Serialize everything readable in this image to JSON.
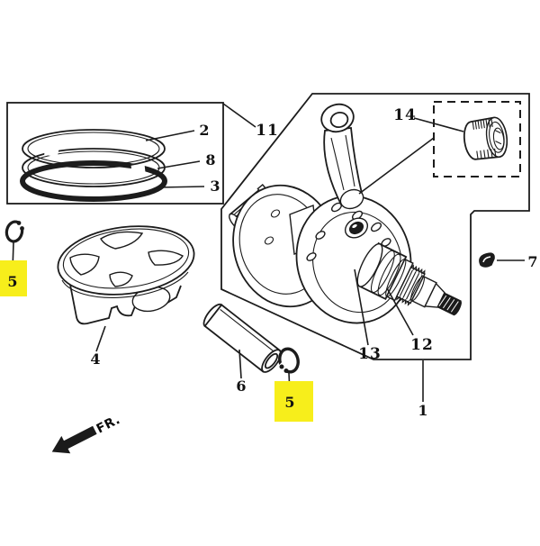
{
  "diagram": {
    "front_marker": "FR.",
    "highlight_color": "#f7ee1b",
    "callouts": {
      "n1": "1",
      "n2": "2",
      "n3": "3",
      "n4": "4",
      "n5a": "5",
      "n5b": "5",
      "n6": "6",
      "n7": "7",
      "n8": "8",
      "n11": "11",
      "n12": "12",
      "n13": "13",
      "n14": "14"
    }
  }
}
